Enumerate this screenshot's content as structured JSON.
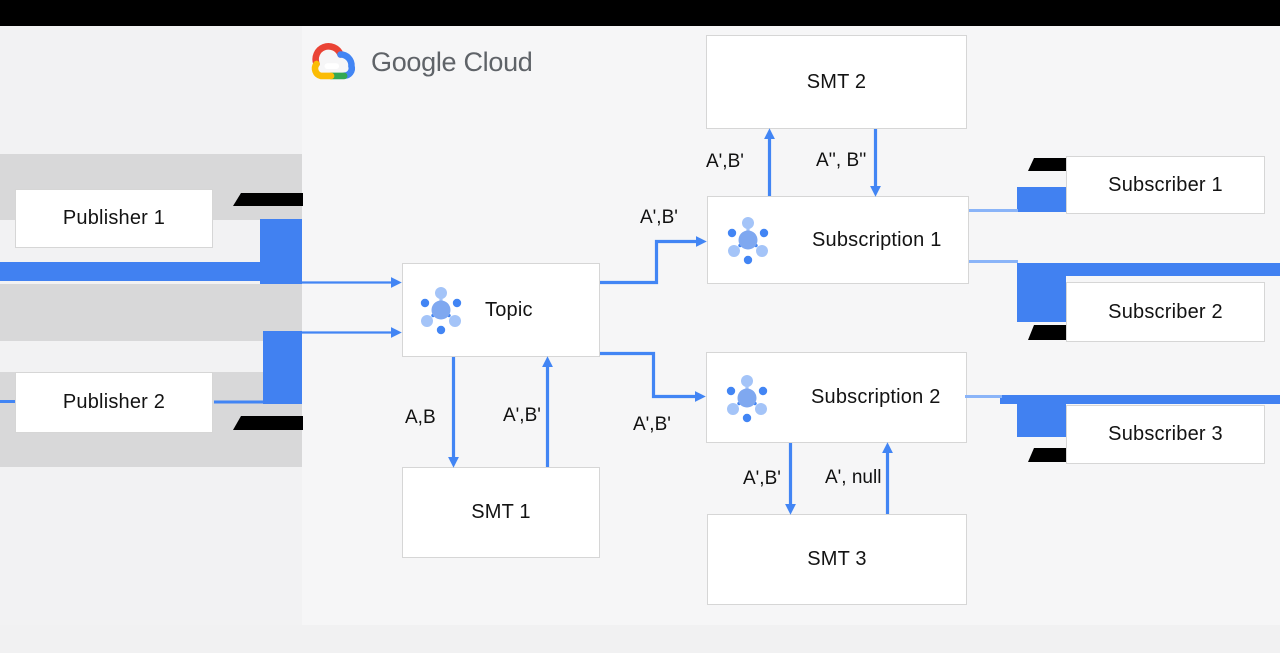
{
  "header": {
    "logo_text": "Google Cloud"
  },
  "nodes": {
    "publisher1": "Publisher 1",
    "publisher2": "Publisher 2",
    "topic": "Topic",
    "smt1": "SMT 1",
    "smt2": "SMT 2",
    "smt3": "SMT 3",
    "subscription1": "Subscription 1",
    "subscription2": "Subscription 2",
    "subscriber1": "Subscriber 1",
    "subscriber2": "Subscriber 2",
    "subscriber3": "Subscriber 3"
  },
  "edge_labels": {
    "topic_to_smt1": "A,B",
    "smt1_to_topic": "A',B'",
    "topic_to_sub1": "A',B'",
    "topic_to_sub2": "A',B'",
    "sub1_to_smt2": "A',B'",
    "smt2_to_sub1": "A'', B''",
    "sub2_to_smt3": "A',B'",
    "smt3_to_sub2": "A', null"
  },
  "colors": {
    "arrow_blue": "#4285f4",
    "highlight_blue": "#4181f1",
    "light_blue": "#8ab4f8",
    "band_gray": "#d8d8d9",
    "logo_gray": "#5f6368"
  },
  "icons": {
    "pubsub_icon": "pubsub-topic-icon",
    "cloud_logo_icon": "google-cloud-logo-icon"
  }
}
